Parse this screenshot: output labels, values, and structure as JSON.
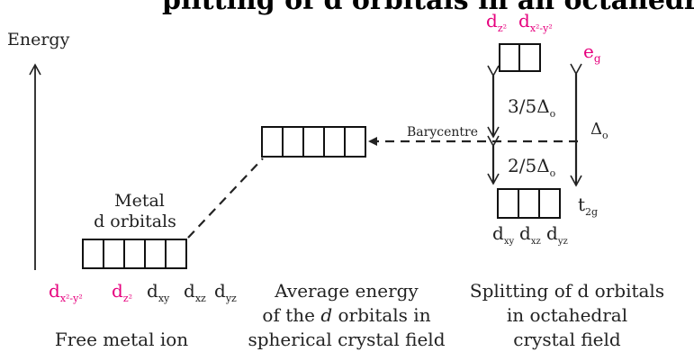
{
  "header_fragment": "plitting of d orbitals in an octahedral crystal field",
  "energy_axis_label": "Energy",
  "free_ion": {
    "label_line1": "Metal",
    "label_line2": "d orbitals",
    "orbitals": [
      {
        "main": "d",
        "sub": "x²-y²",
        "color": "#e6007e"
      },
      {
        "main": "d",
        "sub": "z²",
        "color": "#e6007e"
      },
      {
        "main": "d",
        "sub": "xy",
        "color": "#000000"
      },
      {
        "main": "d",
        "sub": "xz",
        "color": "#000000"
      },
      {
        "main": "d",
        "sub": "yz",
        "color": "#000000"
      }
    ],
    "caption": "Free metal ion"
  },
  "spherical": {
    "caption_line1": "Average energy",
    "caption_line2_pre": "of the ",
    "caption_line2_italic": "d",
    "caption_line2_post": " orbitals in",
    "caption_line3": "spherical crystal field"
  },
  "barycentre_label": "Barycentre",
  "octahedral": {
    "eg_orbitals": [
      {
        "main": "d",
        "sub": "z²"
      },
      {
        "main": "d",
        "sub": "x²-y²"
      }
    ],
    "eg_label_main": "e",
    "eg_label_sub": "g",
    "eg_color": "#e6007e",
    "t2g_orbitals": [
      {
        "main": "d",
        "sub": "xy"
      },
      {
        "main": "d",
        "sub": "xz"
      },
      {
        "main": "d",
        "sub": "yz"
      }
    ],
    "t2g_label_main": "t",
    "t2g_label_sub": "2g",
    "upper_gap_label": "3/5Δ",
    "upper_gap_sub": "o",
    "lower_gap_label": "2/5Δ",
    "lower_gap_sub": "o",
    "total_gap_label": "Δ",
    "total_gap_sub": "o",
    "caption_line1": "Splitting of d orbitals",
    "caption_line2": "in octahedral",
    "caption_line3": "crystal field"
  }
}
